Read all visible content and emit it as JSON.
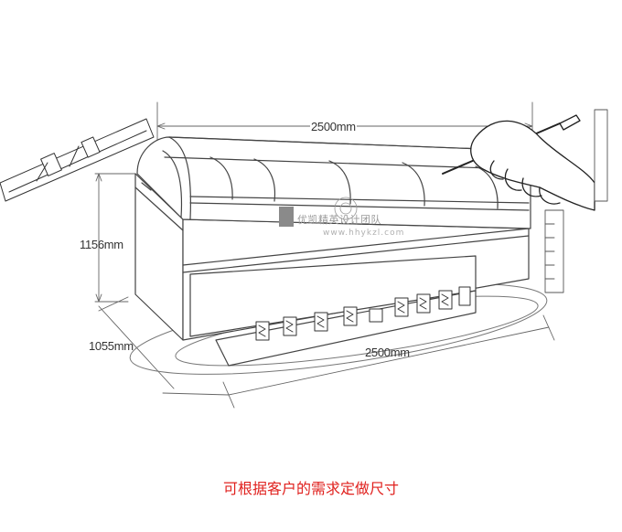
{
  "dimensions": {
    "top_width": "2500mm",
    "height": "1156mm",
    "depth": "1055mm",
    "bottom_width": "2500mm"
  },
  "watermark": {
    "company": "优凯精英设计团队",
    "url": "www.hhykzl.com"
  },
  "caption": "可根据客户的需求定做尺寸",
  "colors": {
    "line": "#444444",
    "caption": "#e0211e",
    "watermark": "#9a9a9a"
  }
}
